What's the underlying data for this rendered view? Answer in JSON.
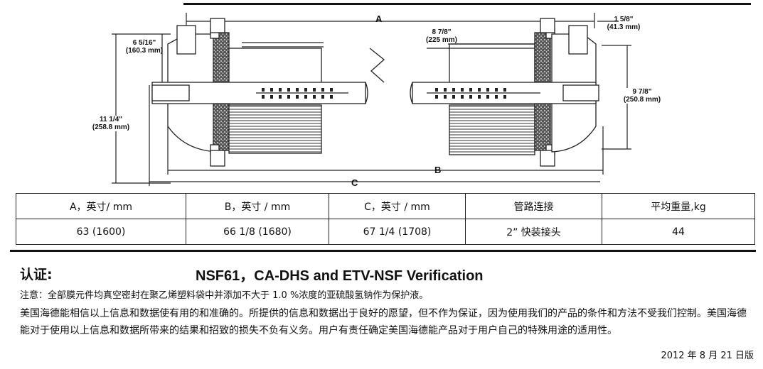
{
  "drawing": {
    "label_a": "A",
    "label_b": "B",
    "label_c": "C",
    "dim_left_top": "6 5/16\"",
    "dim_left_top_mm": "(160.3 mm)",
    "dim_left_overall": "11 1/4\"",
    "dim_left_overall_mm": "(258.8 mm)",
    "dim_mid": "8 7/8\"",
    "dim_mid_mm": "(225 mm)",
    "dim_right_top": "1 5/8\"",
    "dim_right_top_mm": "(41.3 mm)",
    "dim_right_side": "9 7/8\"",
    "dim_right_side_mm": "(250.8 mm)"
  },
  "spec_table": {
    "headers": [
      "A，英寸/ mm",
      "B，英寸  / mm",
      "C，英寸  / mm",
      "管路连接",
      "平均重量,kg"
    ],
    "row": [
      "63 (1600)",
      "66 1/8 (1680)",
      "67 1/4 (1708)",
      "2”  快装接头",
      "44"
    ]
  },
  "certification": {
    "heading": "认证:",
    "value": "NSF61，CA-DHS and ETV-NSF Verification"
  },
  "note": "注意：全部膜元件均真空密封在聚乙烯塑料袋中并添加不大于 1.0 %浓度的亚硫酸氢钠作为保护液。",
  "disclaimer": "美国海德能相信以上信息和数据使有用的和准确的。所提供的信息和数据出于良好的愿望，但不作为保证，因为使用我们的产品的条件和方法不受我们控制。美国海德能对于使用以上信息和数据所带来的结果和招致的损失不负有义务。用户有责任确定美国海德能产品对于用户自己的特殊用途的适用性。",
  "date": "2012 年 8 月 21 日版"
}
